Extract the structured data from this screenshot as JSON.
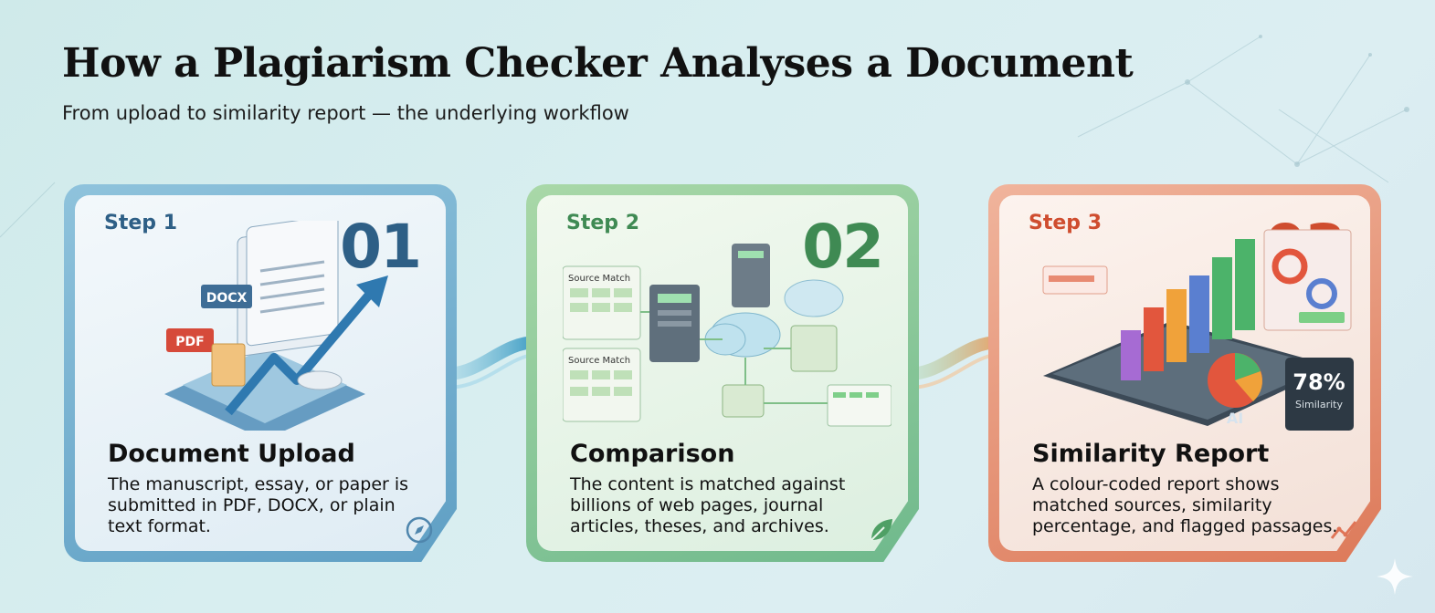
{
  "header": {
    "title": "How a Plagiarism Checker Analyses a Document",
    "subtitle": "From upload to similarity report — the underlying workflow"
  },
  "steps": [
    {
      "label": "Step 1",
      "number": "01",
      "title": "Document Upload",
      "description": "The manuscript, essay, or paper is submitted in PDF, DOCX, or plain text format.",
      "illustration_labels": [
        "PDF",
        "DOCX"
      ],
      "icon": "compass-icon",
      "color": "#2e5f86"
    },
    {
      "label": "Step 2",
      "number": "02",
      "title": "Comparison",
      "description": "The content is matched against billions of web pages, journal articles, theses, and archives.",
      "illustration_labels": [
        "Source Match",
        "Source Match"
      ],
      "icon": "leaf-icon",
      "color": "#3f8a53"
    },
    {
      "label": "Step 3",
      "number": "03",
      "title": "Similarity Report",
      "description": "A colour-coded report shows matched sources, similarity percentage, and flagged passages.",
      "illustration_labels": [
        "AI",
        "78%",
        "Similarity"
      ],
      "icon": "trend-icon",
      "color": "#cf4d2f"
    }
  ]
}
